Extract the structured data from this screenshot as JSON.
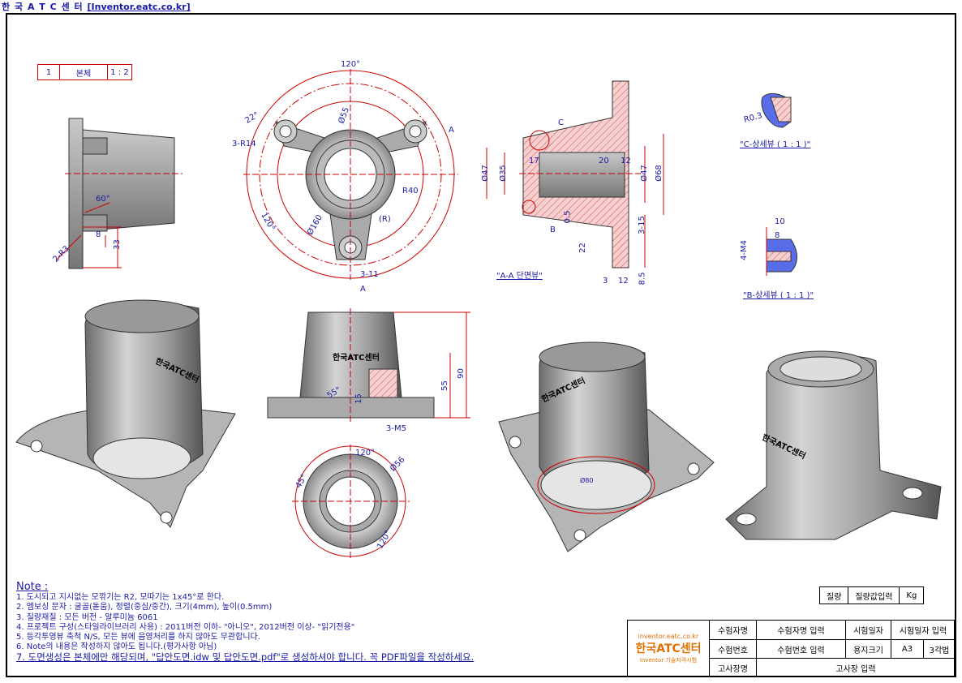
{
  "header": {
    "title_parts": [
      "한",
      "국",
      "A",
      "T",
      "C",
      "센",
      "터"
    ],
    "site": "[Inventor.eatc.co.kr]"
  },
  "part_table": {
    "num": "1",
    "name": "본체",
    "scale": "1 : 2"
  },
  "dims": {
    "angle_120": "120°",
    "dia55": "Ø55",
    "r14": "3-R14",
    "d22": "22°",
    "r40": "R40",
    "dia160": "Ø160",
    "r_paren": "(R)",
    "angle_120b": "120°",
    "d3_11": "3-11",
    "a_top": "A",
    "a_bot": "A",
    "r3": "2-R3",
    "a60": "60°",
    "d8": "8",
    "d33": "33",
    "c": "C",
    "b": "B",
    "d47a": "Ø47",
    "d35": "Ø35",
    "d17": "17",
    "d20": "20",
    "d12": "12",
    "d47b": "Ø47",
    "d68": "Ø68",
    "d05": "0.5",
    "d22b": "22",
    "d3_15": "3-15",
    "d85": "8.5",
    "d3": "3",
    "d12b": "12",
    "section_aa": "\"A-A 단면뷰\"",
    "r03": "R0.3",
    "detail_c": "\"C-상세뷰 ( 1 : 1 )\"",
    "d10": "10",
    "d8b": "8",
    "m4": "4-M4",
    "detail_b": "\"B-상세뷰 ( 1 : 1 )\"",
    "d90": "90",
    "d55": "55",
    "a55": "55°",
    "d15": "15",
    "m5": "3-M5",
    "a120c": "120°",
    "dia56": "Ø56",
    "a45": "45°",
    "a120d": "120°",
    "emboss": "한국ATC센터",
    "dia80": "Ø80"
  },
  "notes": {
    "title": "Note :",
    "items": [
      "1. 도시되고 지시없는 모깎기는 R2, 모따기는 1x45°로 한다.",
      "2. 엠보싱 문자 : 굴골(돋움), 정렬(중심/중간), 크기(4mm), 높이(0.5mm)",
      "3. 질량재질 : 모든 버전 - 알루미늄 6061",
      "4. 프로젝트 구성(스타일라이브러리 사용) : 2011버전 이하- \"아니오\", 2012버전 이상- \"읽기전용\"",
      "5. 등각투영뷰 축척 N/S, 모든 뷰에 음영처리를 하지 않아도 무관합니다.",
      "6. Note의 내용은 작성하지 않아도 됩니다.(평가사항 아님)"
    ],
    "last": "7. 도면생성은 본체에만 해당되며, \"답안도면.idw 및 답안도면.pdf\"로 생성하셔야 합니다. 꼭 PDF파일을 작성하세요."
  },
  "mass": {
    "label": "질량",
    "value": "질량값입력",
    "unit": "Kg"
  },
  "title_block": {
    "logo_url": "inventor.eatc.co.kr",
    "logo_name": "한국ATC센터",
    "logo_sub": "Inventor 기술자격시험",
    "name_label": "수험자명",
    "name_value": "수험자명 입력",
    "date_label": "시험일자",
    "date_value": "시험일자 입력",
    "no_label": "수험번호",
    "no_value": "수험번호 입력",
    "paper_label": "용지크기",
    "paper_value": "A3",
    "method": "3각법",
    "site_label": "고사장명",
    "site_value": "고사장 입력"
  }
}
